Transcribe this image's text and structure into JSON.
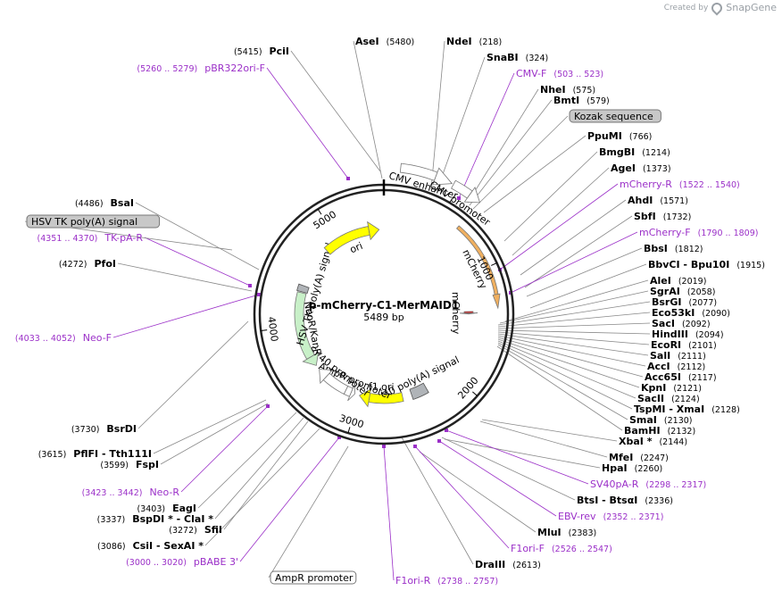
{
  "watermark": {
    "prefix": "Created by",
    "brand": "SnapGene"
  },
  "plasmid": {
    "name": "p-mCherry-C1-MerMAID1",
    "length_label": "5489 bp",
    "length": 5489
  },
  "ticks": [
    {
      "label": "1000",
      "bp": 1000
    },
    {
      "label": "2000",
      "bp": 2000
    },
    {
      "label": "3000",
      "bp": 3000
    },
    {
      "label": "4000",
      "bp": 4000
    },
    {
      "label": "5000",
      "bp": 5000
    }
  ],
  "features": [
    {
      "name": "CMV enhancer",
      "start": 100,
      "end": 420,
      "color": "#ffffff",
      "dir": 1,
      "r": 165
    },
    {
      "name": "CMV promoter",
      "start": 430,
      "end": 620,
      "color": "#ffffff",
      "dir": 1,
      "r": 165
    },
    {
      "name": "mCherry",
      "start": 615,
      "end": 1325,
      "color": "#f0b060",
      "dir": 1,
      "r": 128,
      "thin": true
    },
    {
      "name": "mCherry",
      "start": 1345,
      "end": 1370,
      "color": "#ff0000",
      "dir": 1,
      "r": 95
    },
    {
      "name": "SV40 poly(A) signal",
      "start": 2290,
      "end": 2420,
      "color": "#b0b4b8",
      "dir": 0,
      "r": 95
    },
    {
      "name": "f1 ori",
      "start": 2550,
      "end": 3000,
      "color": "#ffff00",
      "dir": 1,
      "r": 95
    },
    {
      "name": "AmpR promoter",
      "start": 3050,
      "end": 3150,
      "color": "#ffffff",
      "dir": -1,
      "r": 95
    },
    {
      "name": "SV40 promoter",
      "start": 3150,
      "end": 3500,
      "color": "#ffffff",
      "dir": 1,
      "r": 95
    },
    {
      "name": "NeoR/KanR",
      "start": 3550,
      "end": 4340,
      "color": "#c8f0c8",
      "dir": -1,
      "r": 95
    },
    {
      "name": "HSV TK poly(A) signal",
      "start": 4350,
      "end": 4380,
      "color": "#b0b4b8",
      "dir": 0,
      "r": 95
    },
    {
      "name": "ori",
      "start": 4850,
      "end": 5440,
      "color": "#ffff00",
      "dir": 1,
      "r": 95
    }
  ],
  "sites": [
    {
      "name": "AseI",
      "pos": "(5480)",
      "color": "#000000",
      "kind": "site"
    },
    {
      "name": "PciI",
      "pos": "(5415)",
      "color": "#000000",
      "kind": "site"
    },
    {
      "name": "pBR322ori-F",
      "pos": "(5260 .. 5279)",
      "color": "#9b30c8",
      "kind": "primer"
    },
    {
      "name": "NdeI",
      "pos": "(218)",
      "color": "#000000",
      "kind": "site"
    },
    {
      "name": "SnaBI",
      "pos": "(324)",
      "color": "#000000",
      "kind": "site"
    },
    {
      "name": "CMV-F",
      "pos": "(503 .. 523)",
      "color": "#9b30c8",
      "kind": "primer"
    },
    {
      "name": "NheI",
      "pos": "(575)",
      "color": "#000000",
      "kind": "site"
    },
    {
      "name": "BmtI",
      "pos": "(579)",
      "color": "#000000",
      "kind": "site"
    },
    {
      "name": "Kozak sequence",
      "pos": "",
      "color": "#000000",
      "kind": "box"
    },
    {
      "name": "PpuMI",
      "pos": "(766)",
      "color": "#000000",
      "kind": "site"
    },
    {
      "name": "BmgBI",
      "pos": "(1214)",
      "color": "#000000",
      "kind": "site"
    },
    {
      "name": "AgeI",
      "pos": "(1373)",
      "color": "#000000",
      "kind": "site"
    },
    {
      "name": "mCherry-R",
      "pos": "(1522 .. 1540)",
      "color": "#9b30c8",
      "kind": "primer"
    },
    {
      "name": "AhdI",
      "pos": "(1571)",
      "color": "#000000",
      "kind": "site"
    },
    {
      "name": "SbfI",
      "pos": "(1732)",
      "color": "#000000",
      "kind": "site"
    },
    {
      "name": "mCherry-F",
      "pos": "(1790 .. 1809)",
      "color": "#9b30c8",
      "kind": "primer"
    },
    {
      "name": "BbsI",
      "pos": "(1812)",
      "color": "#000000",
      "kind": "site"
    },
    {
      "name": "BbvCI  - Bpu10I",
      "pos": "(1915)",
      "color": "#000000",
      "kind": "site"
    },
    {
      "name": "AleI",
      "pos": "(2019)",
      "color": "#000000",
      "kind": "site"
    },
    {
      "name": "SgrAI",
      "pos": "(2058)",
      "color": "#000000",
      "kind": "site"
    },
    {
      "name": "BsrGI",
      "pos": "(2077)",
      "color": "#000000",
      "kind": "site"
    },
    {
      "name": "Eco53kI",
      "pos": "(2090)",
      "color": "#000000",
      "kind": "site"
    },
    {
      "name": "SacI",
      "pos": "(2092)",
      "color": "#000000",
      "kind": "site"
    },
    {
      "name": "HindIII",
      "pos": "(2094)",
      "color": "#000000",
      "kind": "site"
    },
    {
      "name": "EcoRI",
      "pos": "(2101)",
      "color": "#000000",
      "kind": "site"
    },
    {
      "name": "SalI",
      "pos": "(2111)",
      "color": "#000000",
      "kind": "site"
    },
    {
      "name": "AccI",
      "pos": "(2112)",
      "color": "#000000",
      "kind": "site"
    },
    {
      "name": "Acc65I",
      "pos": "(2117)",
      "color": "#000000",
      "kind": "site"
    },
    {
      "name": "KpnI",
      "pos": "(2121)",
      "color": "#000000",
      "kind": "site"
    },
    {
      "name": "SacII",
      "pos": "(2124)",
      "color": "#000000",
      "kind": "site"
    },
    {
      "name": "TspMI  - XmaI",
      "pos": "(2128)",
      "color": "#000000",
      "kind": "site"
    },
    {
      "name": "SmaI",
      "pos": "(2130)",
      "color": "#000000",
      "kind": "site"
    },
    {
      "name": "BamHI",
      "pos": "(2132)",
      "color": "#000000",
      "kind": "site"
    },
    {
      "name": "XbaI *",
      "pos": "(2144)",
      "color": "#000000",
      "kind": "site"
    },
    {
      "name": "MfeI",
      "pos": "(2247)",
      "color": "#000000",
      "kind": "site"
    },
    {
      "name": "HpaI",
      "pos": "(2260)",
      "color": "#000000",
      "kind": "site"
    },
    {
      "name": "SV40pA-R",
      "pos": "(2298 .. 2317)",
      "color": "#9b30c8",
      "kind": "primer"
    },
    {
      "name": "BtsI  - BtsαI",
      "pos": "(2336)",
      "color": "#000000",
      "kind": "site"
    },
    {
      "name": "EBV-rev",
      "pos": "(2352 .. 2371)",
      "color": "#9b30c8",
      "kind": "primer"
    },
    {
      "name": "MluI",
      "pos": "(2383)",
      "color": "#000000",
      "kind": "site"
    },
    {
      "name": "F1ori-F",
      "pos": "(2526 .. 2547)",
      "color": "#9b30c8",
      "kind": "primer"
    },
    {
      "name": "DraIII",
      "pos": "(2613)",
      "color": "#000000",
      "kind": "site"
    },
    {
      "name": "F1ori-R",
      "pos": "(2738 .. 2757)",
      "color": "#9b30c8",
      "kind": "primer"
    },
    {
      "name": "AmpR promoter",
      "pos": "",
      "color": "#000000",
      "kind": "box"
    },
    {
      "name": "pBABE 3'",
      "pos": "(3000 .. 3020)",
      "color": "#9b30c8",
      "kind": "primer"
    },
    {
      "name": "CsiI  - SexAI *",
      "pos": "(3086)",
      "color": "#000000",
      "kind": "site"
    },
    {
      "name": "SfiI",
      "pos": "(3272)",
      "color": "#000000",
      "kind": "site"
    },
    {
      "name": "BspDI *  - ClaI *",
      "pos": "(3337)",
      "color": "#000000",
      "kind": "site"
    },
    {
      "name": "EagI",
      "pos": "(3403)",
      "color": "#000000",
      "kind": "site"
    },
    {
      "name": "Neo-R",
      "pos": "(3423 .. 3442)",
      "color": "#9b30c8",
      "kind": "primer"
    },
    {
      "name": "FspI",
      "pos": "(3599)",
      "color": "#000000",
      "kind": "site"
    },
    {
      "name": "PflFI  - Tth111I",
      "pos": "(3615)",
      "color": "#000000",
      "kind": "site"
    },
    {
      "name": "BsrDI",
      "pos": "(3730)",
      "color": "#000000",
      "kind": "site"
    },
    {
      "name": "Neo-F",
      "pos": "(4033 .. 4052)",
      "color": "#9b30c8",
      "kind": "primer"
    },
    {
      "name": "PfoI",
      "pos": "(4272)",
      "color": "#000000",
      "kind": "site"
    },
    {
      "name": "TK-pA-R",
      "pos": "(4351 .. 4370)",
      "color": "#9b30c8",
      "kind": "primer"
    },
    {
      "name": "HSV TK poly(A) signal",
      "pos": "",
      "color": "#000000",
      "kind": "box"
    },
    {
      "name": "BsaI",
      "pos": "(4486)",
      "color": "#000000",
      "kind": "site"
    }
  ]
}
